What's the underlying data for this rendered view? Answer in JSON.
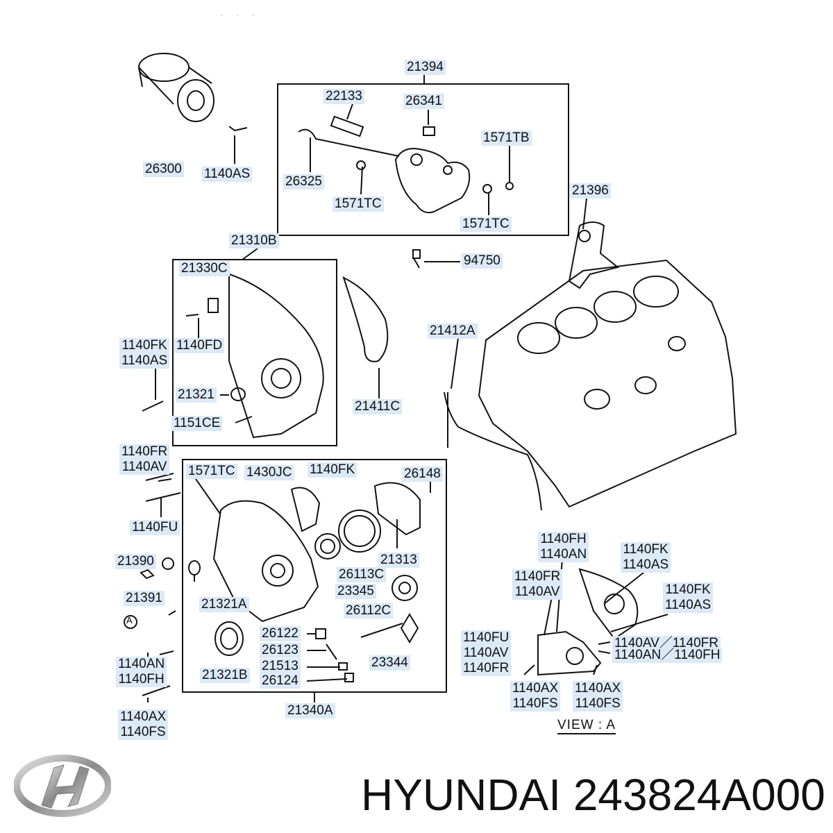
{
  "labels": {
    "p21394": "21394",
    "p22133": "22133",
    "p26341": "26341",
    "p1571TB": "1571TB",
    "p26300": "26300",
    "p1140AS_top": "1140AS",
    "p26325": "26325",
    "p1571TC_a": "1571TC",
    "p1571TC_b": "1571TC",
    "p21396": "21396",
    "p21310B": "21310B",
    "p94750": "94750",
    "p21330C": "21330C",
    "p1140FD": "1140FD",
    "p1140FK_1140AS": [
      "1140FK",
      "1140AS"
    ],
    "p21412A": "21412A",
    "p21321": "21321",
    "p21411C": "21411C",
    "p1151CE": "1151CE",
    "p1140FR_1140AV": [
      "1140FR",
      "1140AV"
    ],
    "p1571TC_c": "1571TC",
    "p1430JC": "1430JC",
    "p1140FK_b": "1140FK",
    "p26148": "26148",
    "p1140FU": "1140FU",
    "p21390": "21390",
    "p21313": "21313",
    "p26113C": "26113C",
    "p1140FH_1140AN": [
      "1140FH",
      "1140AN"
    ],
    "p1140FK_1140AS_r1": [
      "1140FK",
      "1140AS"
    ],
    "p21391": "21391",
    "p21321A": "21321A",
    "p23345": "23345",
    "p1140FR_1140AV_r": [
      "1140FR",
      "1140AV"
    ],
    "p1140FK_1140AS_r2": [
      "1140FK",
      "1140AS"
    ],
    "p26112C": "26112C",
    "p26122": "26122",
    "p1140FU_AV_FR": [
      "1140FU",
      "1140AV",
      "1140FR"
    ],
    "p1140AV_1140FR": "1140AV／1140FR",
    "p1140AN_1140FH": "1140AN／1140FH",
    "p26123": "26123",
    "p1140AN_1140FH_left": [
      "1140AN",
      "1140FH"
    ],
    "p21513": "21513",
    "p21321B": "21321B",
    "p23344": "23344",
    "p26124": "26124",
    "p21340A": "21340A",
    "p1140AX_1140FS_left": [
      "1140AX",
      "1140FS"
    ],
    "p1140AX_1140FS_r1": [
      "1140AX",
      "1140FS"
    ],
    "p1140AX_1140FS_r2": [
      "1140AX",
      "1140FS"
    ]
  },
  "view_label": "VIEW : A",
  "callout_letter": "A",
  "footer": {
    "brand": "HYUNDAI",
    "part_number": "243824A000"
  },
  "colors": {
    "label_bg": "#dce9f6",
    "line": "#111111"
  },
  "logo_icon": "hyundai-logo-icon"
}
